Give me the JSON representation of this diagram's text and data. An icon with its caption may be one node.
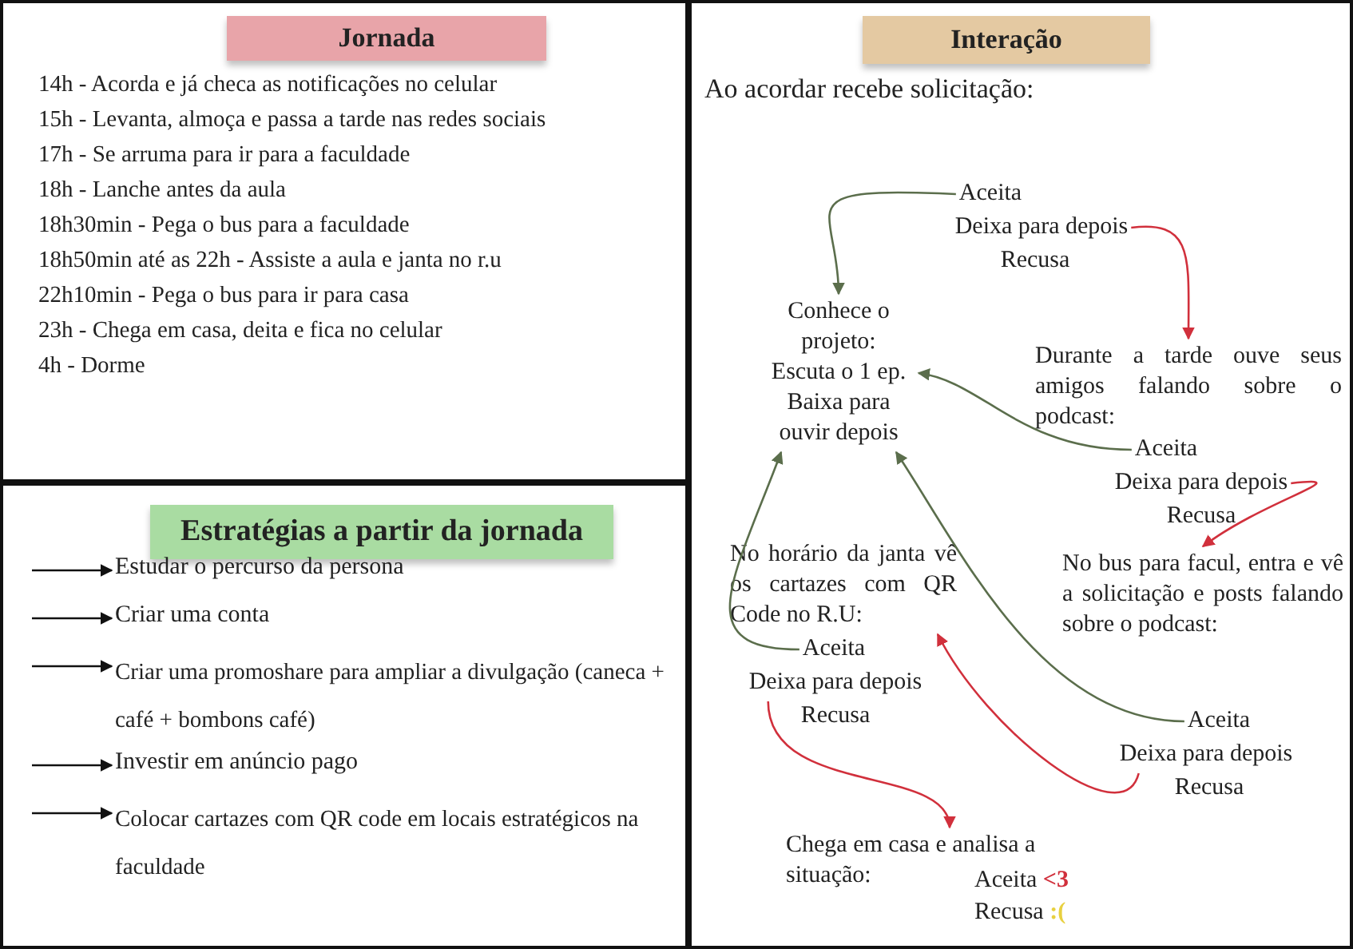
{
  "diagram": {
    "nodes": [
      {
        "text": [
          "Jornada",
          "14h - Acorda e já checa as notificações no celular",
          "15h - Levanta, almoça e passa a tarde nas redes sociais",
          "17h - Se arruma para ir para a faculdade",
          "18h - Lanche antes da aula",
          "18h30min - Pega o bus para a faculdade",
          "18h50min até as 22h - Assiste a aula e janta no r.u",
          "22h10min - Pega o bus para ir para casa",
          "23h - Chega em casa, deita e fica no celular",
          "4h - Dorme"
        ]
      },
      {
        "text": [
          "Estratégias a partir da jornada"
        ]
      },
      {
        "text": [
          "Estudar o percurso da persona"
        ],
        "in": 1
      },
      {
        "text": [
          "Criar uma conta"
        ],
        "in": 1
      },
      {
        "text": [
          "Criar uma promoshare para ampliar a divulgação (caneca + café + bombons café)"
        ],
        "in": 1
      },
      {
        "text": [
          "Investir em anúncio pago"
        ],
        "in": 1
      },
      {
        "text": [
          "Colocar cartazes com QR code em locais estratégicos na faculdade"
        ],
        "in": 1
      },
      {
        "text": [
          "Interação",
          "Ao acordar recebe solicitação:"
        ]
      },
      {
        "text": [
          "Aceita"
        ],
        "in": 7
      },
      {
        "text": [
          "Deixa para depois"
        ],
        "in": 7
      },
      {
        "text": [
          "Recusa"
        ],
        "in": 7
      },
      {
        "text": [
          "Conhece o projeto:",
          "Escuta o 1 ep.",
          "Baixa para ouvir depois"
        ],
        "in": 7
      },
      {
        "text": [
          "Durante a tarde ouve seus amigos falando sobre o podcast:"
        ],
        "in": 7
      },
      {
        "text": [
          "Aceita"
        ],
        "in": 7
      },
      {
        "text": [
          "Deixa para depois"
        ],
        "in": 7
      },
      {
        "text": [
          "Recusa"
        ],
        "in": 7
      },
      {
        "text": [
          "No horário da janta vê os cartazes com QR Code no R.U:"
        ],
        "in": 7
      },
      {
        "text": [
          "No bus para facul, entra e vê a solicitação e posts falando sobre o podcast:"
        ],
        "in": 7
      },
      {
        "text": [
          "Aceita"
        ],
        "in": 7
      },
      {
        "text": [
          "Deixa para depois"
        ],
        "in": 7
      },
      {
        "text": [
          "Recusa"
        ],
        "in": 7
      },
      {
        "text": [
          "Aceita"
        ],
        "in": 7
      },
      {
        "text": [
          "Deixa para depois"
        ],
        "in": 7
      },
      {
        "text": [
          "Recusa"
        ],
        "in": 7
      },
      {
        "text": [
          "Chega em casa e analisa a situação:"
        ],
        "in": 7
      },
      {
        "text": [
          "Aceita",
          "<3"
        ],
        "in": 7
      },
      {
        "text": [
          "Recusa",
          ":("
        ],
        "in": 7
      }
    ],
    "edges": [
      {
        "from": 8,
        "to": 11,
        "arrow": "to",
        "color": "#5b6e4c"
      },
      {
        "from": 9,
        "to": 12,
        "arrow": "to",
        "color": "#d1303c"
      },
      {
        "from": 13,
        "to": 11,
        "arrow": "to",
        "color": "#5b6e4c"
      },
      {
        "from": 14,
        "to": 17,
        "arrow": "to",
        "color": "#d1303c"
      },
      {
        "from": 21,
        "to": 11,
        "arrow": "to",
        "color": "#5b6e4c"
      },
      {
        "from": 22,
        "to": 16,
        "arrow": "to",
        "color": "#d1303c"
      },
      {
        "from": 18,
        "to": 11,
        "arrow": "to",
        "color": "#5b6e4c"
      },
      {
        "from": 19,
        "to": 24,
        "arrow": "to",
        "color": "#d1303c"
      },
      {
        "from": null,
        "to": 2,
        "arrow": "to"
      },
      {
        "from": null,
        "to": 3,
        "arrow": "to"
      },
      {
        "from": null,
        "to": 4,
        "arrow": "to"
      },
      {
        "from": null,
        "to": 5,
        "arrow": "to"
      },
      {
        "from": null,
        "to": 6,
        "arrow": "to"
      }
    ]
  }
}
